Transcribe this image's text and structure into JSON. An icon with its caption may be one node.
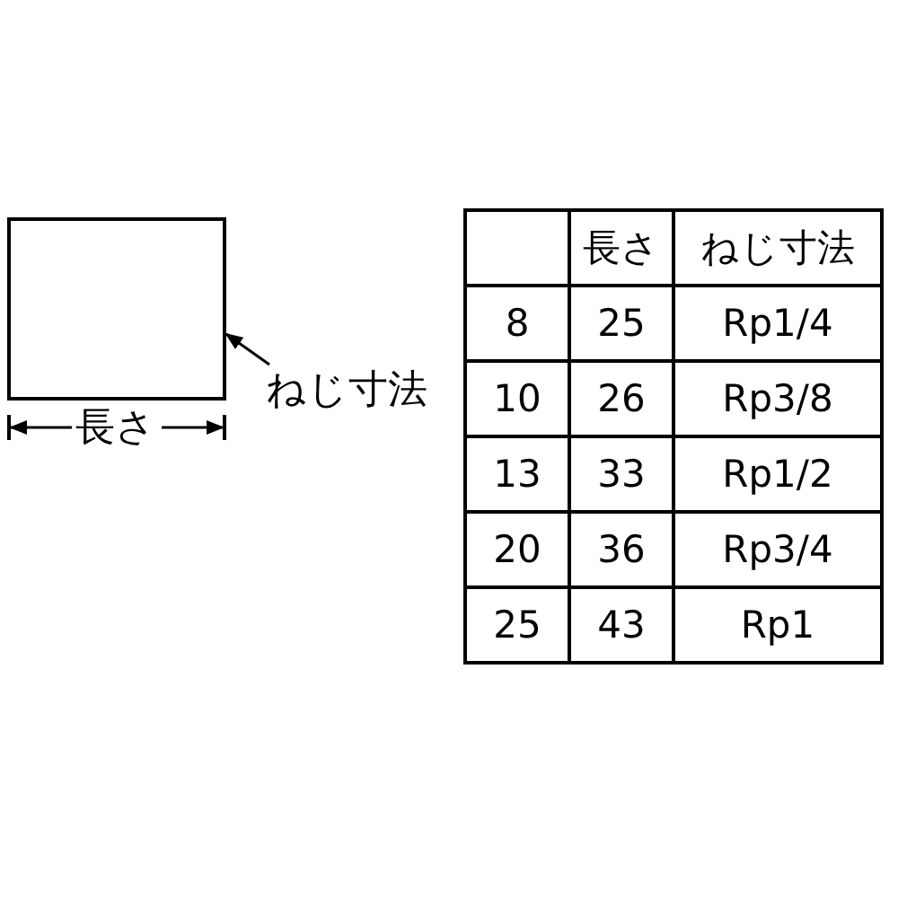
{
  "diagram": {
    "nodes": [
      {
        "text": [],
        "shape": "box"
      },
      {
        "text": [
          "ねじ寸法"
        ]
      }
    ],
    "edges": [
      {
        "from": 1,
        "to": 0,
        "arrow": "to"
      }
    ],
    "labels": [
      "長さ",
      "長さ",
      "ねじ寸法",
      "8",
      "25",
      "Rp1/4",
      "10",
      "26",
      "Rp3/8",
      "13",
      "33",
      "Rp1/2",
      "20",
      "36",
      "Rp3/4",
      "25",
      "43",
      "Rp1"
    ]
  }
}
